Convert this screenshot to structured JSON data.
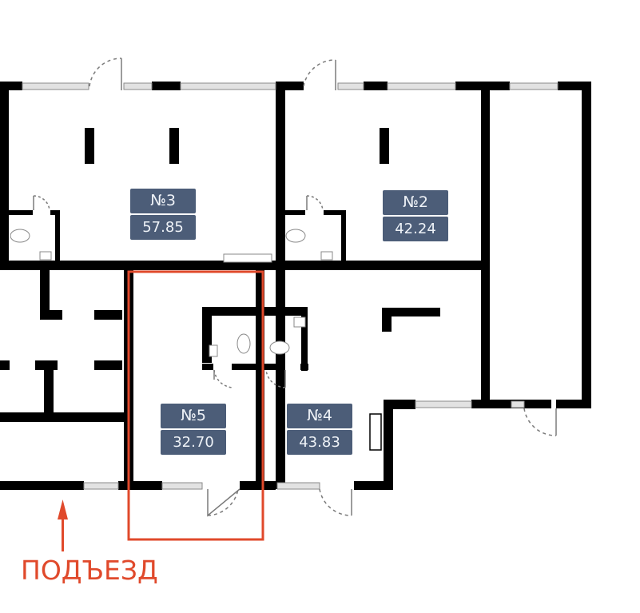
{
  "plan": {
    "units": [
      {
        "id": "unit-3",
        "number": "№3",
        "area": "57.85"
      },
      {
        "id": "unit-2",
        "number": "№2",
        "area": "42.24"
      },
      {
        "id": "unit-5",
        "number": "№5",
        "area": "32.70",
        "highlighted": true
      },
      {
        "id": "unit-4",
        "number": "№4",
        "area": "43.83"
      }
    ],
    "entrance": {
      "label": "ПОДЪЕЗД",
      "icon": "arrow-up-icon"
    },
    "colors": {
      "wall": "#000000",
      "badge": "#4c5d78",
      "badge_text": "#eef2f7",
      "highlight": "#e0492b",
      "window": "#bdbdbd"
    }
  }
}
